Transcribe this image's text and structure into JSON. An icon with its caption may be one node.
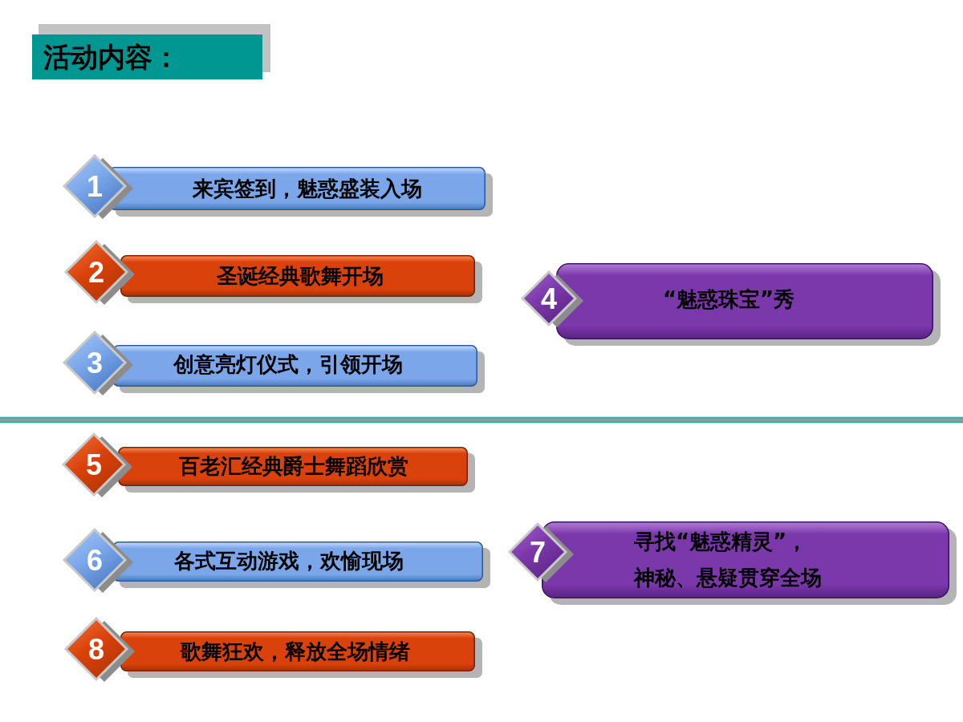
{
  "diagram": {
    "title": "活动内容：",
    "nodes": [
      {
        "text": [
          "1"
        ]
      },
      {
        "text": [
          "来宾签到，魅惑盛装入场"
        ]
      },
      {
        "text": [
          "2"
        ]
      },
      {
        "text": [
          "圣诞经典歌舞开场"
        ]
      },
      {
        "text": [
          "3"
        ]
      },
      {
        "text": [
          "创意亮灯仪式，引领开场"
        ]
      },
      {
        "text": [
          "4"
        ]
      },
      {
        "text": [
          "“魅惑珠宝”秀"
        ]
      },
      {
        "text": [
          "5"
        ]
      },
      {
        "text": [
          "百老汇经典爵士舞蹈欣赏"
        ]
      },
      {
        "text": [
          "6"
        ]
      },
      {
        "text": [
          "各式互动游戏，欢愉现场"
        ]
      },
      {
        "text": [
          "7"
        ]
      },
      {
        "text": [
          "寻找“魅惑精灵”，",
          "神秘、悬疑贯穿全场"
        ]
      },
      {
        "text": [
          "8"
        ]
      },
      {
        "text": [
          "歌舞狂欢，释放全场情绪"
        ]
      }
    ]
  }
}
